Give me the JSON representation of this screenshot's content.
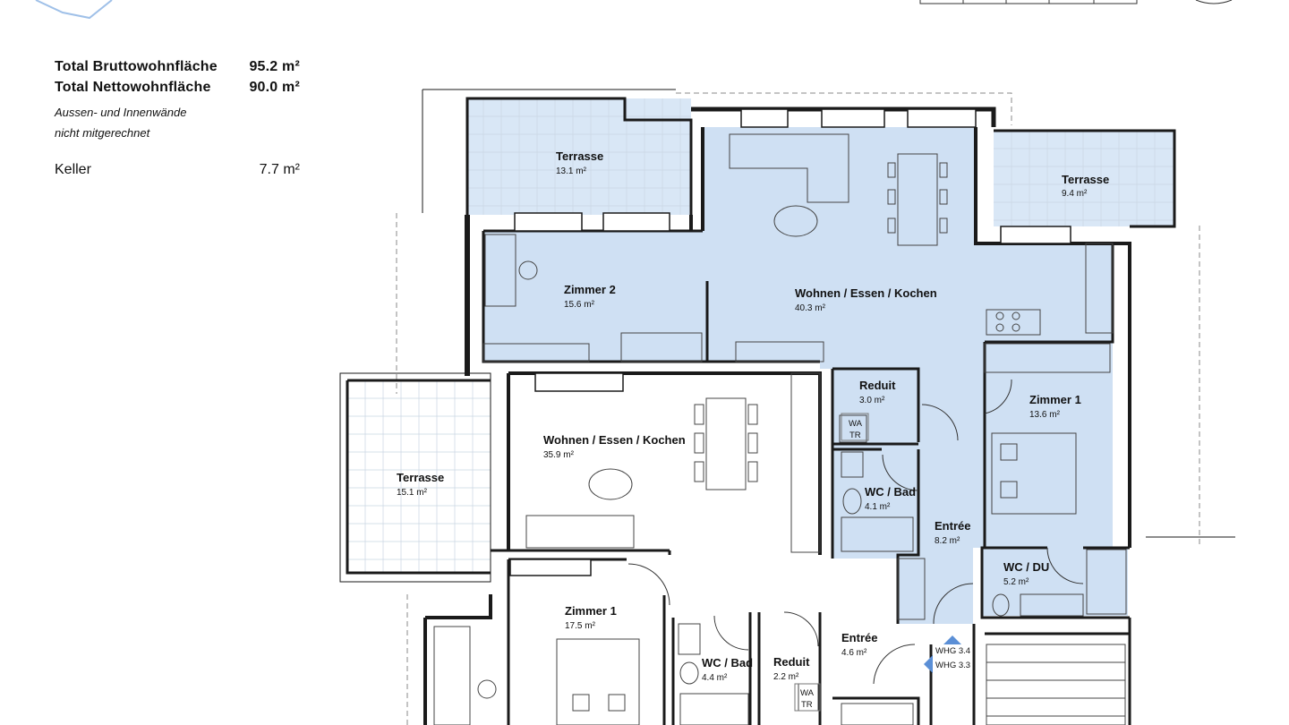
{
  "summary": {
    "brutto_label": "Total Bruttowohnfläche",
    "brutto_value": "95.2 m²",
    "netto_label": "Total Nettowohnfläche",
    "netto_value": "90.0 m²",
    "note_line1": "Aussen- und Innenwände",
    "note_line2": "nicht mitgerechnet",
    "keller_label": "Keller",
    "keller_value": "7.7 m²"
  },
  "rooms": {
    "terrasse_a": {
      "name": "Terrasse",
      "area": "13.1 m²"
    },
    "terrasse_b": {
      "name": "Terrasse",
      "area": "9.4 m²"
    },
    "zimmer2_a": {
      "name": "Zimmer 2",
      "area": "15.6 m²"
    },
    "wohnen_a": {
      "name": "Wohnen / Essen / Kochen",
      "area": "40.3 m²"
    },
    "reduit_a": {
      "name": "Reduit",
      "area": "3.0 m²"
    },
    "zimmer1_a": {
      "name": "Zimmer 1",
      "area": "13.6 m²"
    },
    "wcbad_a": {
      "name": "WC / Bad",
      "area": "4.1 m²"
    },
    "entree_a": {
      "name": "Entrée",
      "area": "8.2 m²"
    },
    "wcdu_a": {
      "name": "WC / DU",
      "area": "5.2 m²"
    },
    "terrasse_c": {
      "name": "Terrasse",
      "area": "15.1 m²"
    },
    "wohnen_b": {
      "name": "Wohnen / Essen / Kochen",
      "area": "35.9 m²"
    },
    "zimmer1_b": {
      "name": "Zimmer 1",
      "area": "17.5 m²"
    },
    "wcbad_b": {
      "name": "WC / Bad",
      "area": "4.4 m²"
    },
    "reduit_b": {
      "name": "Reduit",
      "area": "2.2 m²"
    },
    "entree_b": {
      "name": "Entrée",
      "area": "4.6 m²"
    }
  },
  "fixtures": {
    "wa": "WA",
    "tr": "TR"
  },
  "markers": {
    "whg_34": "WHG 3.4",
    "whg_33": "WHG 3.3"
  },
  "colors": {
    "highlight_fill": "#cfe0f3",
    "terrace_fill": "#d9e7f6",
    "wall": "#1a1a1a",
    "marker": "#5b8fd6"
  }
}
